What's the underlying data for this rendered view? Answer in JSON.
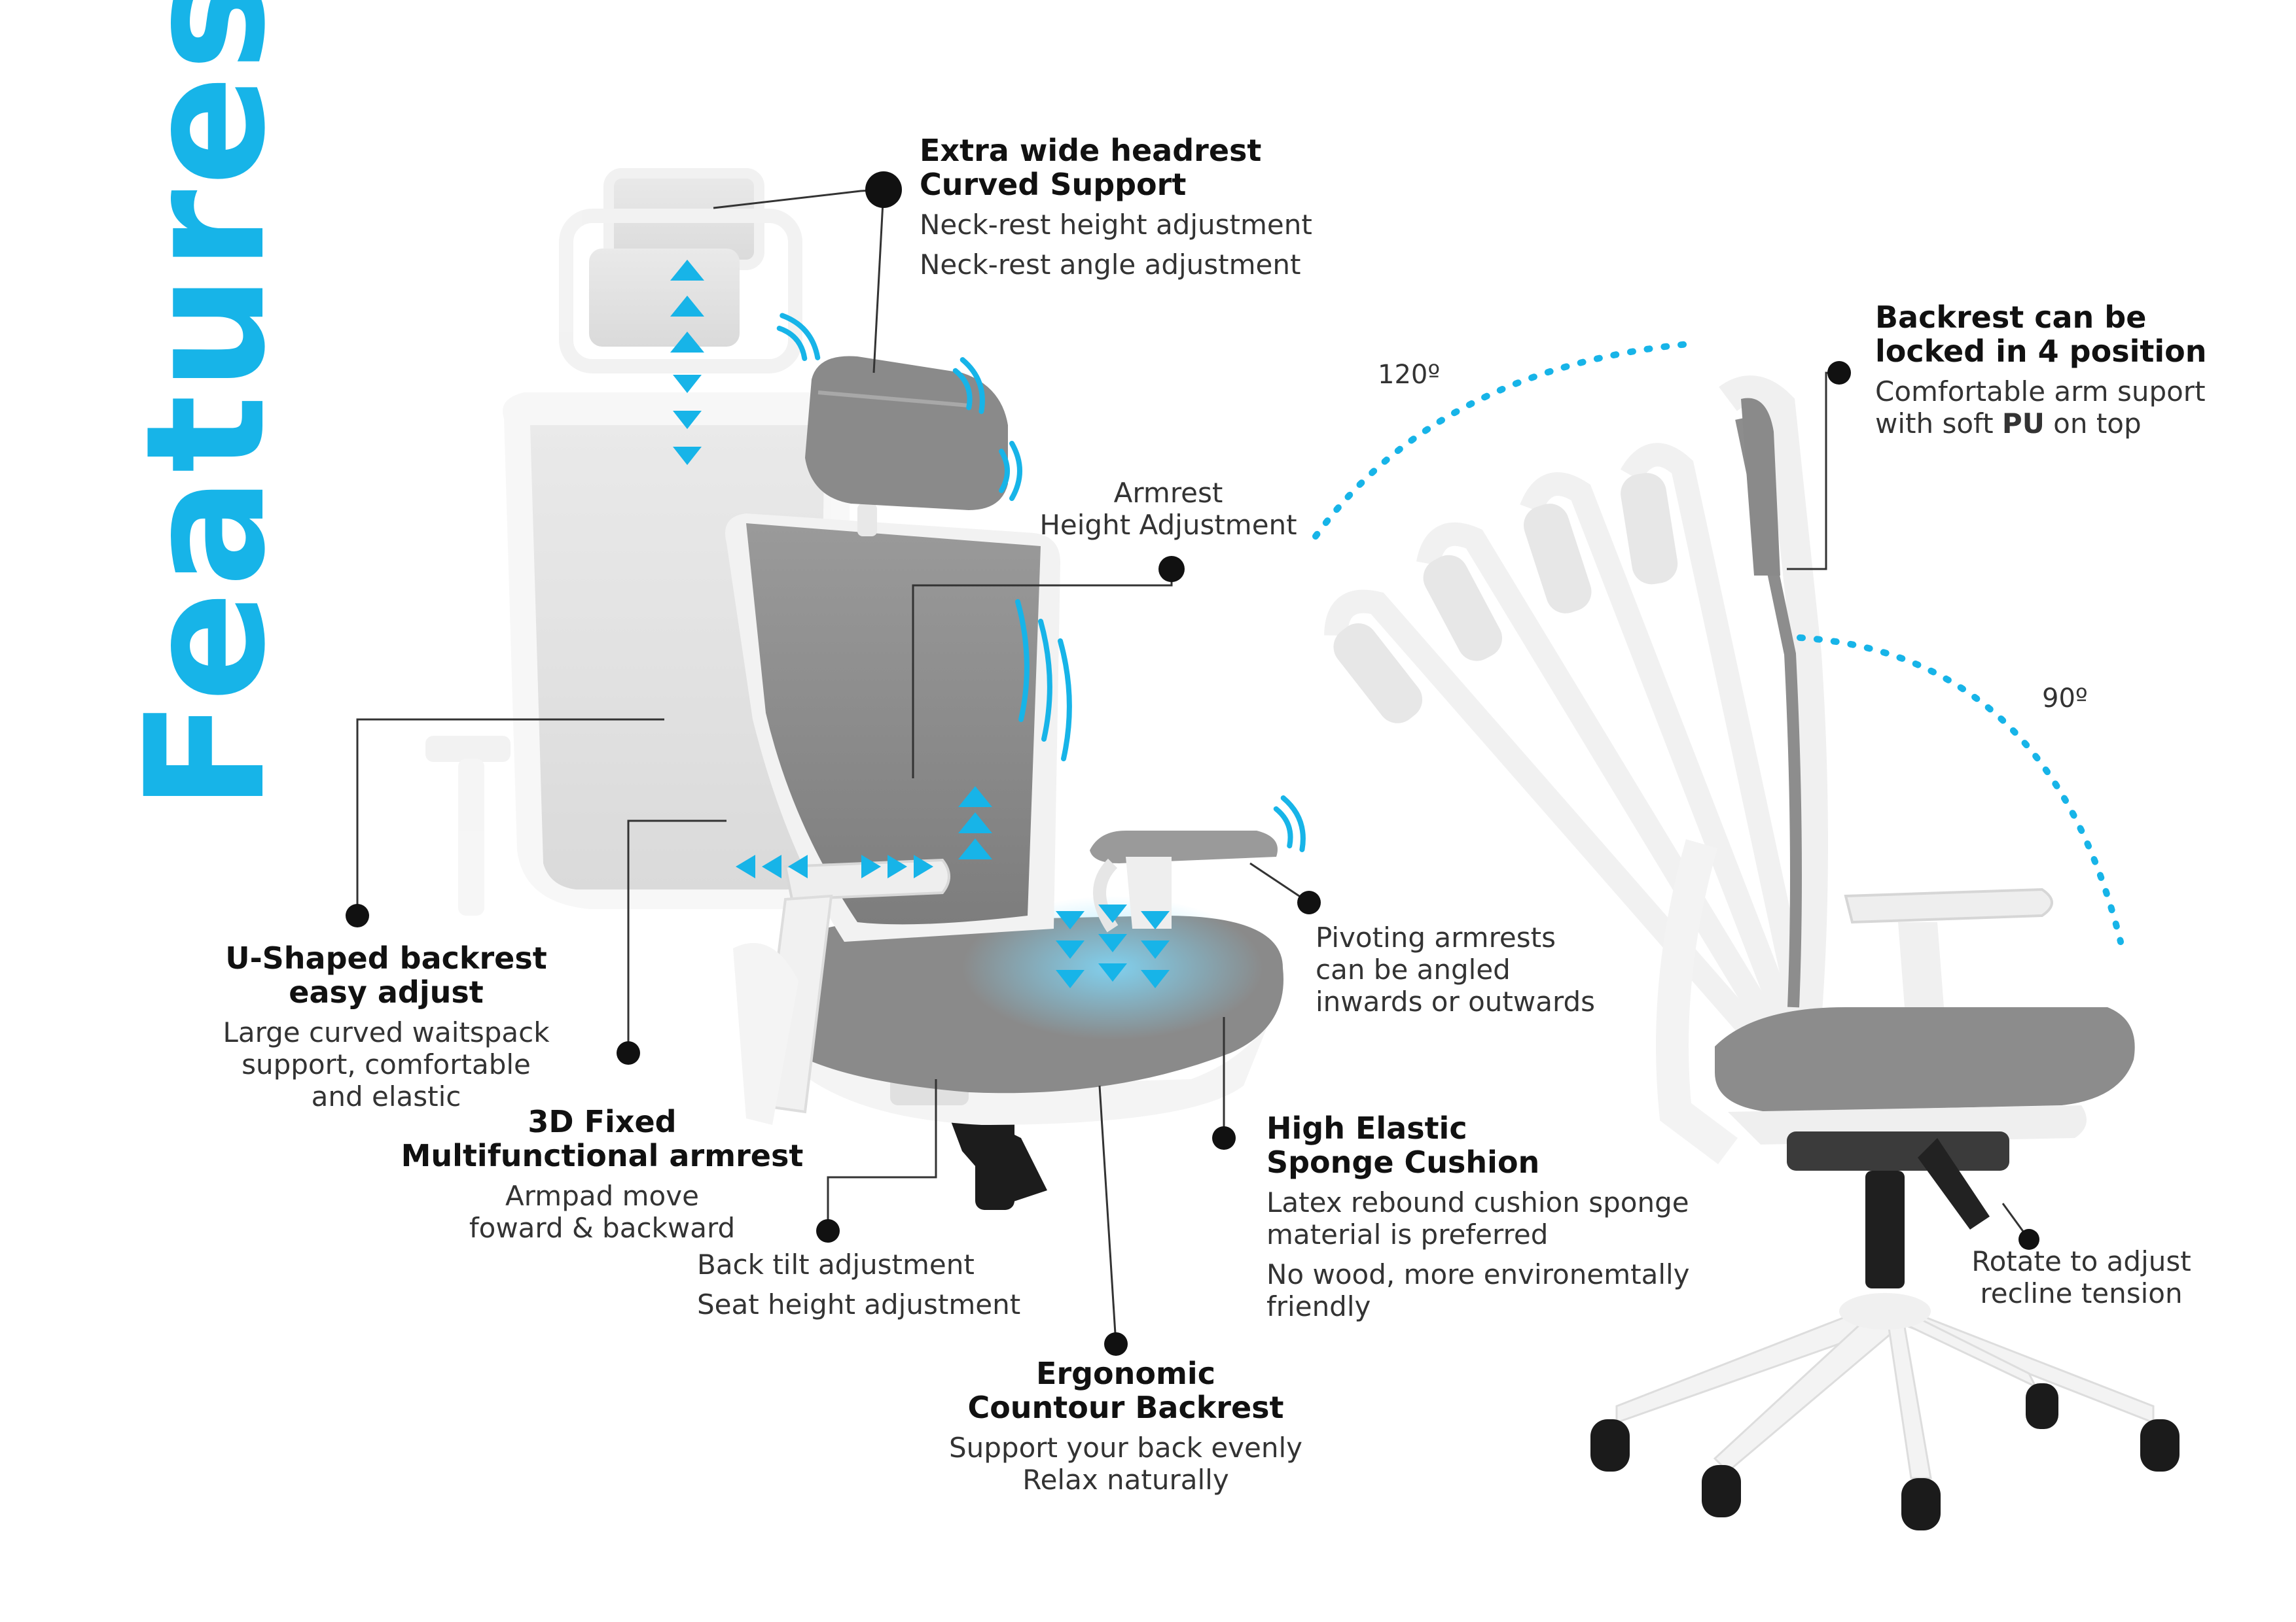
{
  "title": "Features",
  "colors": {
    "accent": "#17b4e8",
    "ink": "#111111",
    "chair_grey": "#8e8e8e",
    "frame": "#f2f2f2"
  },
  "features": {
    "headrest": {
      "heading_1": "Extra wide headrest",
      "heading_2": "Curved Support",
      "line_1": "Neck-rest height adjustment",
      "line_2": "Neck-rest angle adjustment"
    },
    "armrest_height": {
      "line_1": "Armrest",
      "line_2": "Height Adjustment"
    },
    "backrest_lock": {
      "heading_1": "Backrest can be",
      "heading_2": "locked in 4 position",
      "line_1": "Comfortable arm suport",
      "line_2_pre": "with soft ",
      "line_2_bold": "PU",
      "line_2_post": " on top"
    },
    "u_backrest": {
      "heading_1": "U-Shaped backrest",
      "heading_2": "easy adjust",
      "line_1": "Large curved waitspack",
      "line_2": "support, comfortable",
      "line_3": "and elastic"
    },
    "pivot_armrests": {
      "line_1": "Pivoting armrests",
      "line_2": "can be angled",
      "line_3": "inwards or outwards"
    },
    "armrest_3d": {
      "heading_1": "3D Fixed",
      "heading_2": "Multifunctional armrest",
      "line_1": "Armpad move",
      "line_2": "foward & backward"
    },
    "cushion": {
      "heading_1": "High Elastic",
      "heading_2": "Sponge Cushion",
      "line_1": "Latex rebound cushion sponge",
      "line_2": "material is preferred",
      "line_3": "No wood, more environemtally",
      "line_4": "friendly"
    },
    "tilt": {
      "line_1": "Back tilt adjustment",
      "line_2": "Seat height adjustment"
    },
    "recline": {
      "line_1": "Rotate to adjust",
      "line_2": "recline tension"
    },
    "contour": {
      "heading_1": "Ergonomic",
      "heading_2": "Countour Backrest",
      "line_1": "Support your back evenly",
      "line_2": "Relax naturally"
    }
  },
  "angles": {
    "wide": "120º",
    "upright": "90º"
  },
  "icons": [
    "up-down-arrow-icon",
    "left-right-arrow-icon",
    "down-arrow-icon",
    "motion-wave-icon",
    "callout-dot-icon"
  ]
}
